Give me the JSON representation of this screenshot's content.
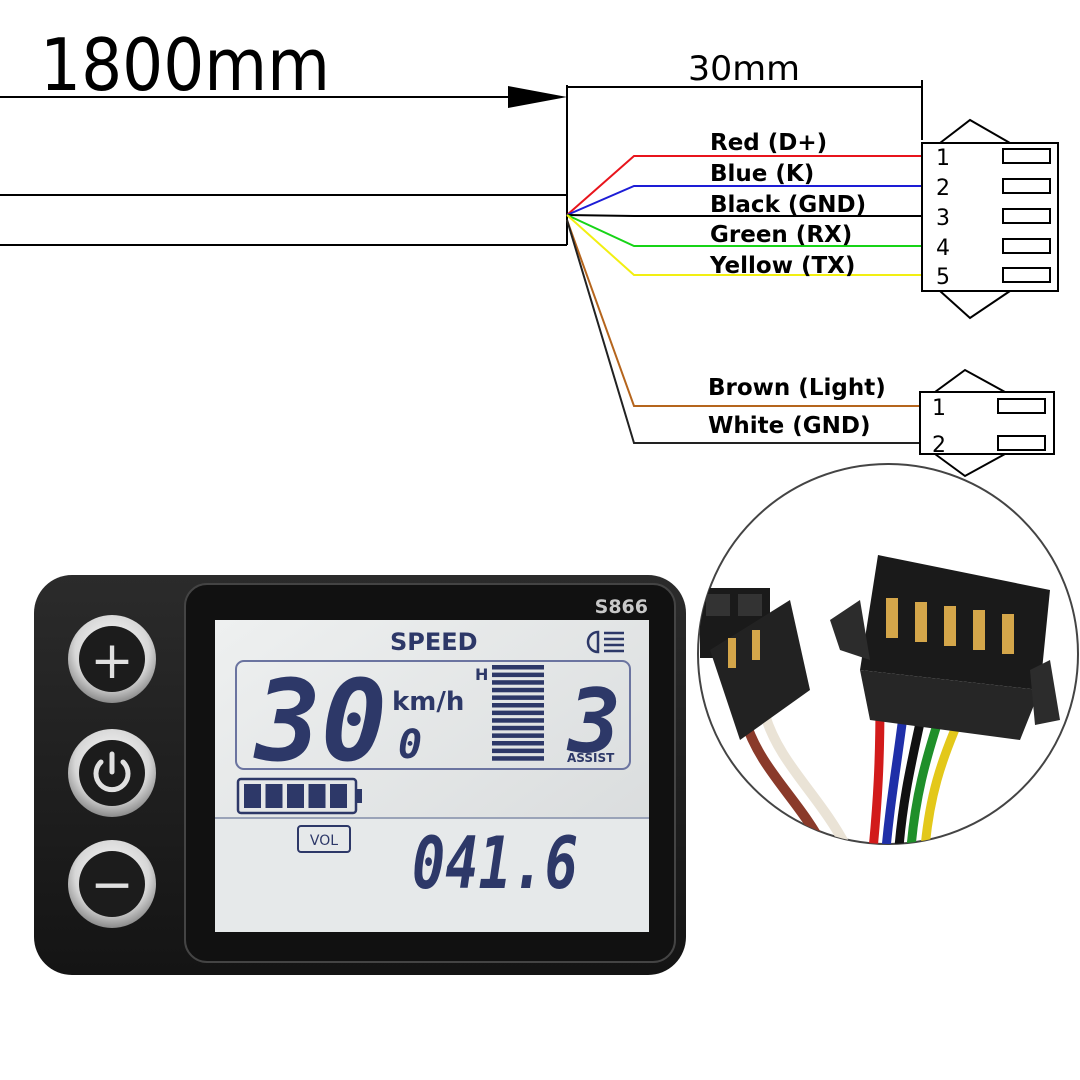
{
  "dimensions": {
    "cable_length": "1800mm",
    "lead_length": "30mm"
  },
  "connector_main": {
    "wires": [
      {
        "label": "Red (D+)",
        "pin": "1",
        "color": "#e8141c"
      },
      {
        "label": "Blue (K)",
        "pin": "2",
        "color": "#1d1dd6"
      },
      {
        "label": "Black (GND)",
        "pin": "3",
        "color": "#000000"
      },
      {
        "label": "Green (RX)",
        "pin": "4",
        "color": "#17d417"
      },
      {
        "label": "Yellow (TX)",
        "pin": "5",
        "color": "#f2ef12"
      }
    ]
  },
  "connector_light": {
    "wires": [
      {
        "label": "Brown (Light)",
        "pin": "1",
        "color": "#b5651d"
      },
      {
        "label": "White (GND)",
        "pin": "2",
        "color": "#222222"
      }
    ]
  },
  "display": {
    "model": "S866",
    "speed_title": "SPEED",
    "speed_value": "30",
    "speed_unit": "km/h",
    "sub_digit": "0",
    "bar_marker": "H",
    "assist_level": "3",
    "assist_label": "ASSIST",
    "vol_label": "VOL",
    "vol_value": "041.6",
    "battery_bars_filled": 5,
    "battery_bars_total": 5,
    "lcd_color": "#2d3868"
  },
  "buttons": {
    "plus_symbol": "+",
    "minus_symbol": "−"
  }
}
